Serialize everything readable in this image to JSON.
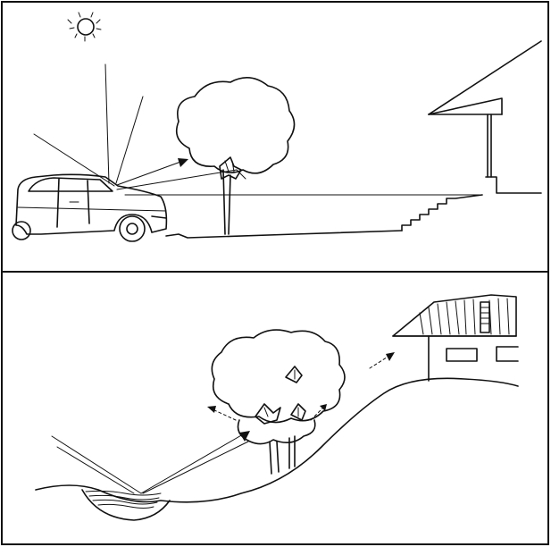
{
  "figure": {
    "panels": [
      {
        "id": "top",
        "elements": [
          "sun-icon",
          "sun-rays",
          "car",
          "tree",
          "stairs",
          "house"
        ]
      },
      {
        "id": "bottom",
        "elements": [
          "water",
          "reflected-rays",
          "tree-cluster",
          "hillside",
          "house"
        ]
      }
    ]
  }
}
